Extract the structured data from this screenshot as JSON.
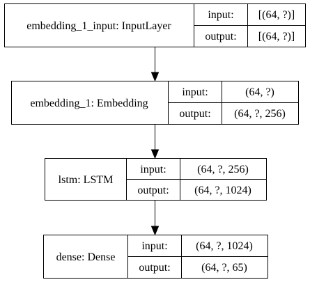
{
  "model_diagram": {
    "layers": [
      {
        "label": "embedding_1_input: InputLayer",
        "input_label": "input:",
        "input_value": "[(64, ?)]",
        "output_label": "output:",
        "output_value": "[(64, ?)]"
      },
      {
        "label": "embedding_1: Embedding",
        "input_label": "input:",
        "input_value": "(64, ?)",
        "output_label": "output:",
        "output_value": "(64, ?, 256)"
      },
      {
        "label": "lstm: LSTM",
        "input_label": "input:",
        "input_value": "(64, ?, 256)",
        "output_label": "output:",
        "output_value": "(64, ?, 1024)"
      },
      {
        "label": "dense: Dense",
        "input_label": "input:",
        "input_value": "(64, ?, 1024)",
        "output_label": "output:",
        "output_value": "(64, ?, 65)"
      }
    ]
  }
}
